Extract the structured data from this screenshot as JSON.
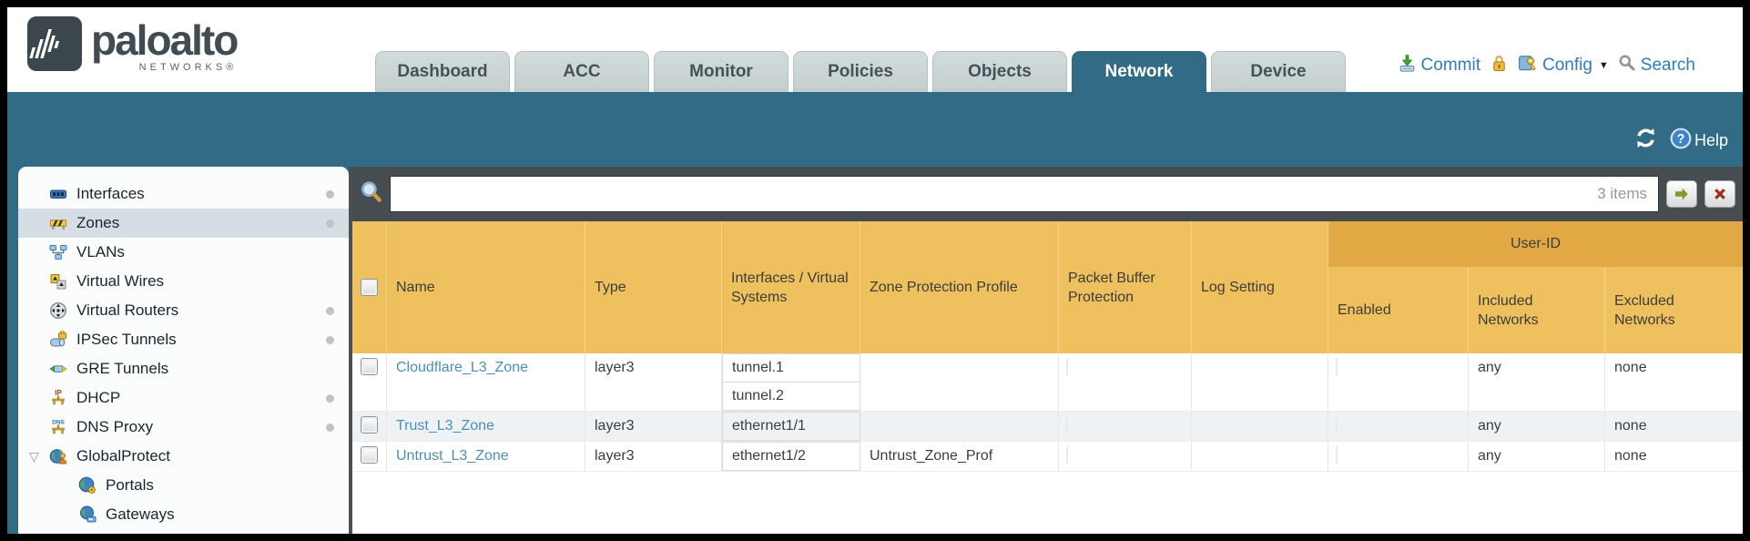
{
  "brand": {
    "name": "paloalto",
    "subtitle": "NETWORKS®"
  },
  "nav": {
    "tabs": [
      {
        "label": "Dashboard",
        "active": false
      },
      {
        "label": "ACC",
        "active": false
      },
      {
        "label": "Monitor",
        "active": false
      },
      {
        "label": "Policies",
        "active": false
      },
      {
        "label": "Objects",
        "active": false
      },
      {
        "label": "Network",
        "active": true
      },
      {
        "label": "Device",
        "active": false
      }
    ],
    "commit_label": "Commit",
    "config_label": "Config",
    "search_label": "Search"
  },
  "subheader": {
    "help_label": "Help"
  },
  "sidebar": {
    "items": [
      {
        "label": "Interfaces",
        "icon": "interfaces-icon",
        "selected": false,
        "dot": true,
        "kind": "item"
      },
      {
        "label": "Zones",
        "icon": "zones-icon",
        "selected": true,
        "dot": true,
        "kind": "item"
      },
      {
        "label": "VLANs",
        "icon": "vlans-icon",
        "selected": false,
        "dot": false,
        "kind": "item"
      },
      {
        "label": "Virtual Wires",
        "icon": "virtual-wires-icon",
        "selected": false,
        "dot": false,
        "kind": "item"
      },
      {
        "label": "Virtual Routers",
        "icon": "virtual-routers-icon",
        "selected": false,
        "dot": true,
        "kind": "item"
      },
      {
        "label": "IPSec Tunnels",
        "icon": "ipsec-tunnels-icon",
        "selected": false,
        "dot": true,
        "kind": "item"
      },
      {
        "label": "GRE Tunnels",
        "icon": "gre-tunnels-icon",
        "selected": false,
        "dot": false,
        "kind": "item"
      },
      {
        "label": "DHCP",
        "icon": "dhcp-icon",
        "selected": false,
        "dot": true,
        "kind": "item"
      },
      {
        "label": "DNS Proxy",
        "icon": "dns-proxy-icon",
        "selected": false,
        "dot": true,
        "kind": "item"
      },
      {
        "label": "GlobalProtect",
        "icon": "globalprotect-icon",
        "selected": false,
        "dot": false,
        "kind": "expandable"
      },
      {
        "label": "Portals",
        "icon": "portals-icon",
        "selected": false,
        "dot": false,
        "kind": "child"
      },
      {
        "label": "Gateways",
        "icon": "gateways-icon",
        "selected": false,
        "dot": false,
        "kind": "child"
      }
    ]
  },
  "toolbar": {
    "search_value": "",
    "count": "3 items"
  },
  "table": {
    "group_header": "User-ID",
    "columns": [
      "Name",
      "Type",
      "Interfaces / Virtual Systems",
      "Zone Protection Profile",
      "Packet Buffer Protection",
      "Log Setting",
      "Enabled",
      "Included Networks",
      "Excluded Networks"
    ],
    "rows": [
      {
        "name": "Cloudflare_L3_Zone",
        "type": "layer3",
        "interfaces": [
          "tunnel.1",
          "tunnel.2"
        ],
        "zone_protection_profile": "",
        "log_setting": "",
        "included_networks": "any",
        "excluded_networks": "none"
      },
      {
        "name": "Trust_L3_Zone",
        "type": "layer3",
        "interfaces": [
          "ethernet1/1"
        ],
        "zone_protection_profile": "",
        "log_setting": "",
        "included_networks": "any",
        "excluded_networks": "none"
      },
      {
        "name": "Untrust_L3_Zone",
        "type": "layer3",
        "interfaces": [
          "ethernet1/2"
        ],
        "zone_protection_profile": "Untrust_Zone_Prof",
        "log_setting": "",
        "included_networks": "any",
        "excluded_networks": "none"
      }
    ]
  },
  "colors": {
    "accent_teal": "#326b85",
    "header_orange": "#eec05e",
    "userid_band": "#e2a843",
    "link_blue": "#4a90b4",
    "action_blue": "#2f7cb8",
    "toolbar_dark": "#464c50"
  }
}
